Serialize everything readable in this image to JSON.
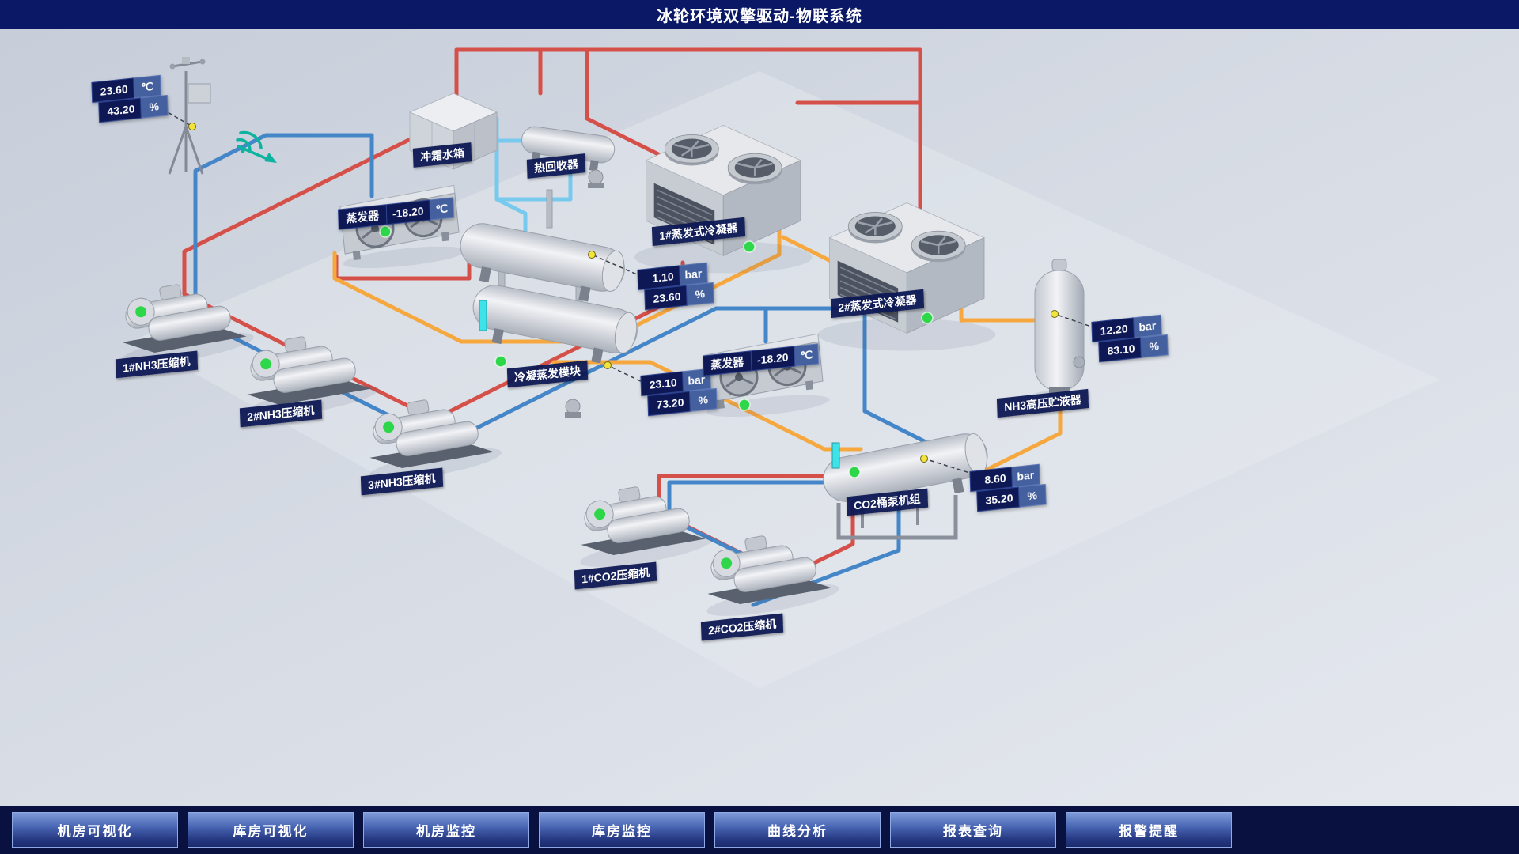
{
  "header": {
    "title": "冰轮环境双擎驱动-物联系统"
  },
  "weather_station": {
    "rows": [
      [
        "23.60",
        "℃"
      ],
      [
        "43.20",
        "%"
      ]
    ]
  },
  "equipment": {
    "defrost_tank": "冲霜水箱",
    "heat_recovery": "热回收器",
    "evaporator_left": {
      "label": "蒸发器",
      "temp": "-18.20",
      "unit": "℃"
    },
    "evaporator_right": {
      "label": "蒸发器",
      "temp": "-18.20",
      "unit": "℃"
    },
    "condenser_1": "1#蒸发式冷凝器",
    "condenser_2": "2#蒸发式冷凝器",
    "nh3_compressor_1": "1#NH3压缩机",
    "nh3_compressor_2": "2#NH3压缩机",
    "nh3_compressor_3": "3#NH3压缩机",
    "condensing_evaporating_module": "冷凝蒸发模块",
    "nh3_receiver": "NH3高压贮液器",
    "co2_pump_unit": "CO2桶泵机组",
    "co2_compressor_1": "1#CO2压缩机",
    "co2_compressor_2": "2#CO2压缩机"
  },
  "readouts": {
    "condenser_line": {
      "rows": [
        [
          "1.10",
          "bar"
        ],
        [
          "23.60",
          "%"
        ]
      ]
    },
    "module_line": {
      "rows": [
        [
          "23.10",
          "bar"
        ],
        [
          "73.20",
          "%"
        ]
      ]
    },
    "nh3_receiver_line": {
      "rows": [
        [
          "12.20",
          "bar"
        ],
        [
          "83.10",
          "%"
        ]
      ]
    },
    "co2_unit_line": {
      "rows": [
        [
          "8.60",
          "bar"
        ],
        [
          "35.20",
          "%"
        ]
      ]
    }
  },
  "nav": {
    "items": [
      {
        "label": "机房可视化"
      },
      {
        "label": "库房可视化"
      },
      {
        "label": "机房监控"
      },
      {
        "label": "库房监控"
      },
      {
        "label": "曲线分析"
      },
      {
        "label": "报表查询"
      },
      {
        "label": "报警提醒"
      }
    ]
  },
  "colors": {
    "pipe_hot_gas": "#d6504a",
    "pipe_cold": "#4486c8",
    "pipe_defrost_water": "#77c9ed",
    "pipe_liquid": "#f6a83f",
    "status_ok": "#2ed74a",
    "indicator_dot": "#f2e43c",
    "header_bg": "#0a1866",
    "label_bg": "#0d1854"
  }
}
